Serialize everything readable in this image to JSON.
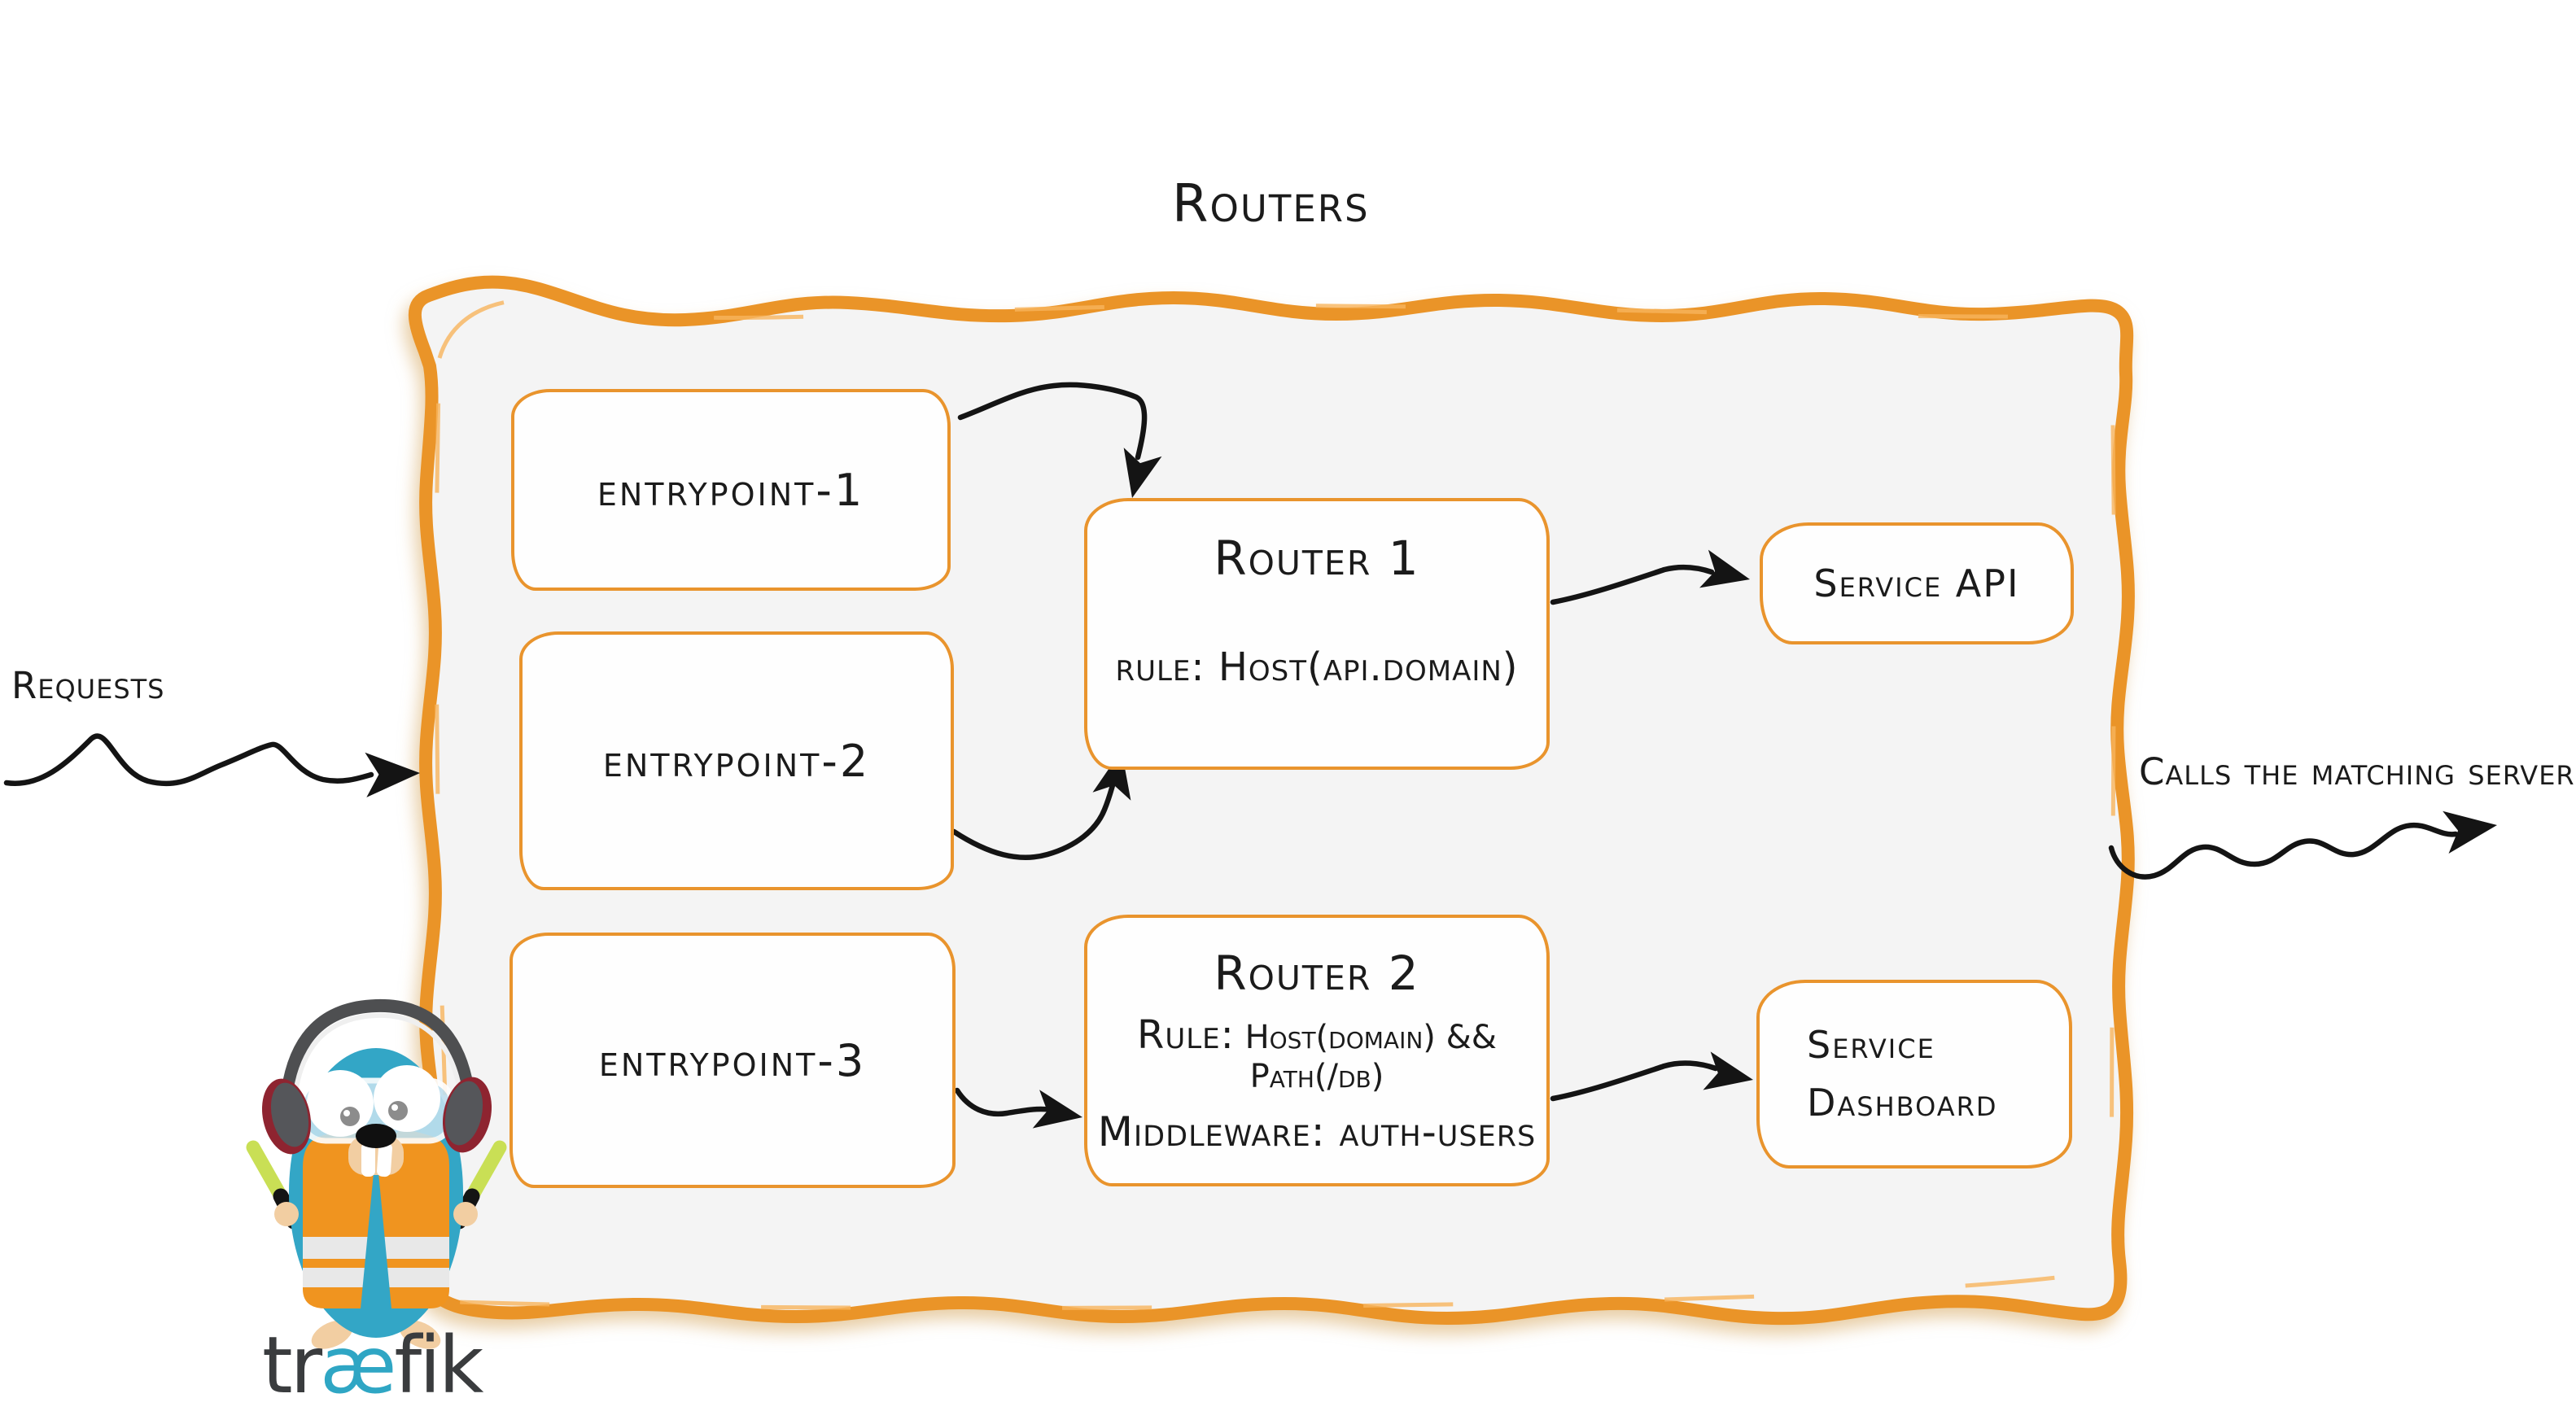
{
  "diagram": {
    "title": "Routers",
    "requests_label": "Requests",
    "calls_label": "Calls the matching server",
    "entrypoints": [
      {
        "label": "entrypoint-1"
      },
      {
        "label": "entrypoint-2"
      },
      {
        "label": "entrypoint-3"
      }
    ],
    "router1": {
      "title": "Router 1",
      "rule": "rule: Host(api.domain)"
    },
    "router2": {
      "title": "Router 2",
      "rule_key": "Rule:",
      "rule_value": "Host(domain) && Path(/db)",
      "middleware": "Middleware: auth-users"
    },
    "services": [
      {
        "label": "Service API"
      },
      {
        "label": "Service Dashboard"
      }
    ]
  },
  "logo": {
    "part1": "tr",
    "part2": "æ",
    "part3": "fik"
  },
  "colors": {
    "accent_orange": "#e9942d",
    "panel_fill": "#f4f4f4",
    "ink": "#141414",
    "mascot_teal": "#33a6c6",
    "mascot_lime": "#c9df55",
    "wordmark_gray": "#3a3c3e",
    "wordmark_teal": "#2fa6c4"
  }
}
